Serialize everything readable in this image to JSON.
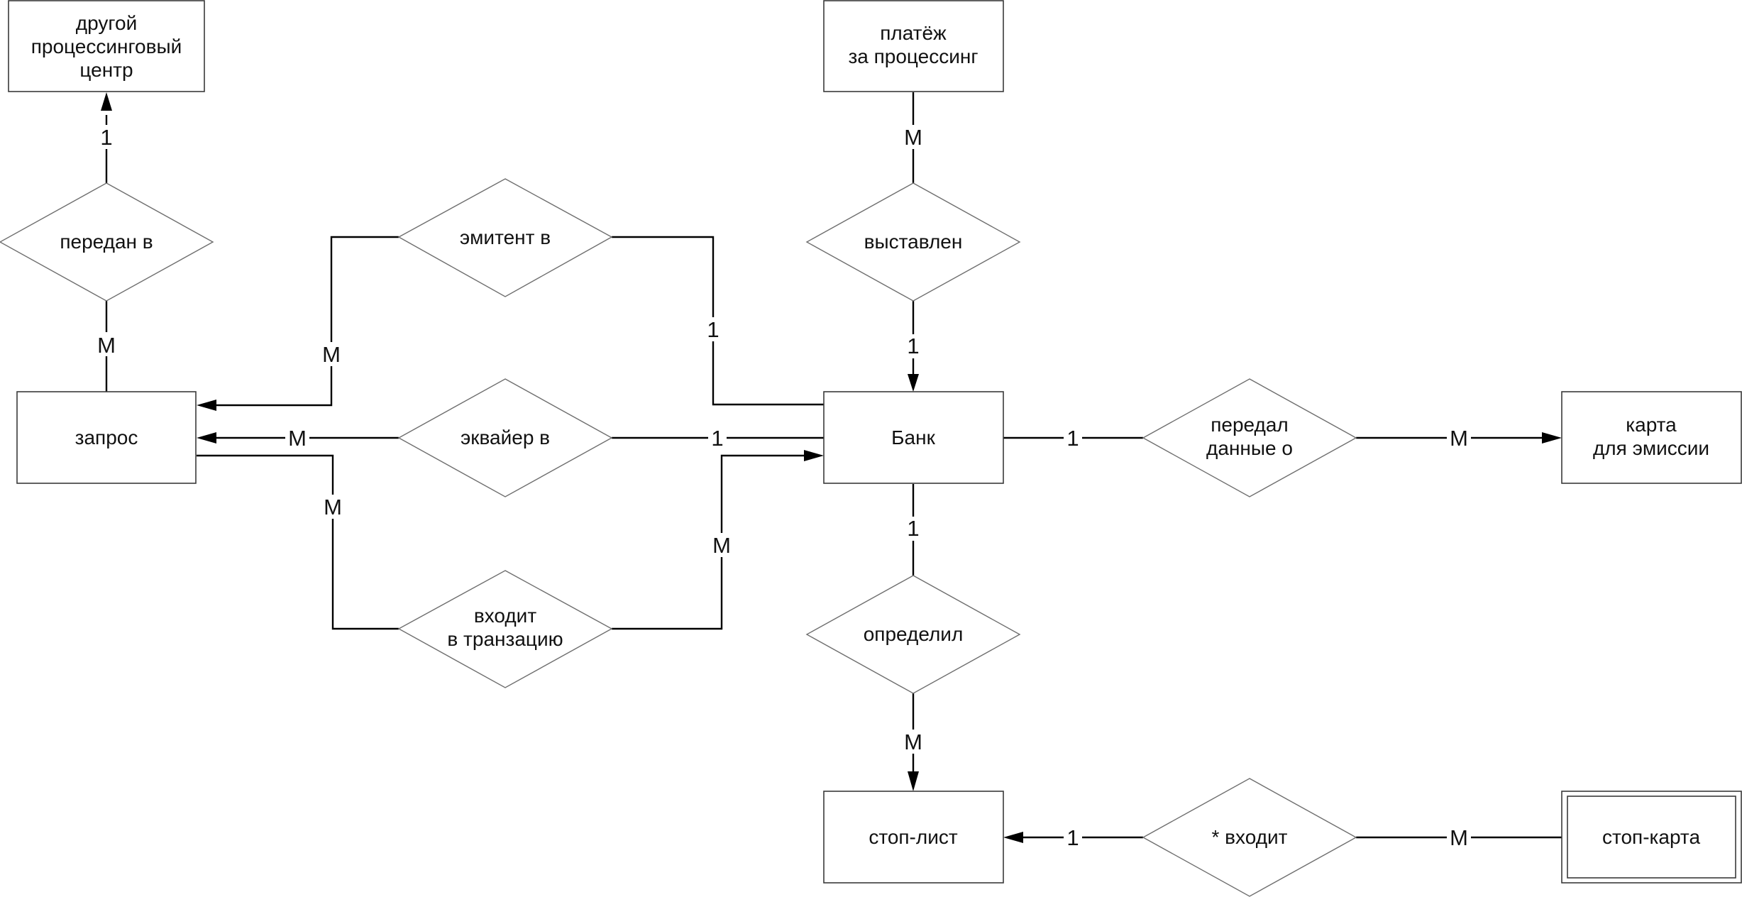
{
  "entities": {
    "other_center": [
      "другой",
      "процессинговый",
      "центр"
    ],
    "payment": [
      "платёж",
      "за процессинг"
    ],
    "request": [
      "запрос"
    ],
    "bank": [
      "Банк"
    ],
    "card_issue": [
      "карта",
      "для эмиссии"
    ],
    "stoplist": [
      "стоп-лист"
    ],
    "stopcard": [
      "стоп-карта"
    ]
  },
  "relationships": {
    "passed_to": [
      "передан в"
    ],
    "issuer_in": [
      "эмитент в"
    ],
    "issued": [
      "выставлен"
    ],
    "acquirer_in": [
      "эквайер в"
    ],
    "passed_data": [
      "передал",
      "данные о"
    ],
    "in_transaction": [
      "входит",
      "в транзацию"
    ],
    "defined": [
      "определил"
    ],
    "enters": [
      "* входит"
    ]
  },
  "cardinalities": {
    "other_center": "1",
    "passed_request": "M",
    "issuer_request": "M",
    "issuer_bank": "1",
    "payment": "M",
    "issued_bank": "1",
    "acquirer_request": "M",
    "acquirer_bank": "1",
    "bank_passed": "1",
    "passed_card": "M",
    "trans_request": "M",
    "trans_bank": "M",
    "bank_defined": "1",
    "defined_stoplist": "M",
    "enters_stoplist": "1",
    "enters_stopcard": "M"
  }
}
